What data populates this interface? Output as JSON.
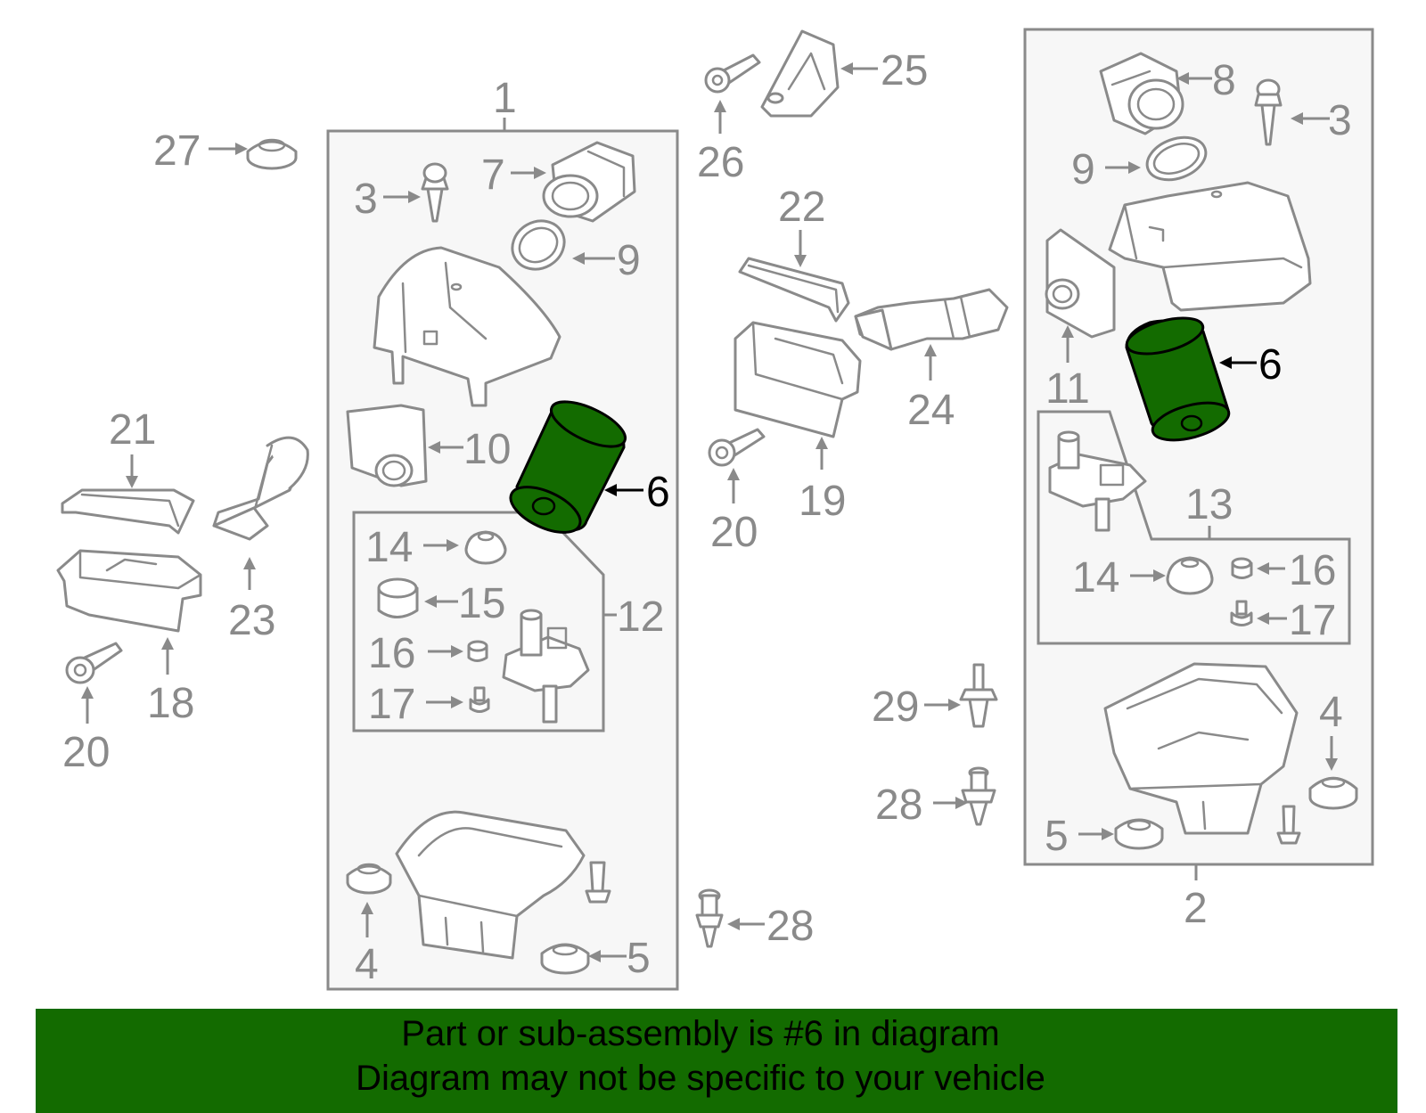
{
  "callouts": {
    "n1": "1",
    "n2": "2",
    "n3a": "3",
    "n3b": "3",
    "n4a": "4",
    "n4b": "4",
    "n5a": "5",
    "n5b": "5",
    "n6a": "6",
    "n6b": "6",
    "n7": "7",
    "n8": "8",
    "n9a": "9",
    "n9b": "9",
    "n10": "10",
    "n11": "11",
    "n12": "12",
    "n13": "13",
    "n14a": "14",
    "n14b": "14",
    "n15": "15",
    "n16a": "16",
    "n16b": "16",
    "n17a": "17",
    "n17b": "17",
    "n18": "18",
    "n19": "19",
    "n20a": "20",
    "n20b": "20",
    "n21": "21",
    "n22": "22",
    "n23": "23",
    "n24": "24",
    "n25": "25",
    "n26": "26",
    "n27": "27",
    "n28a": "28",
    "n28b": "28",
    "n29": "29"
  },
  "highlight_color": "#136b00",
  "banner": {
    "line1": "Part or sub-assembly is #6 in diagram",
    "line2": "Diagram may not be specific to your vehicle"
  }
}
